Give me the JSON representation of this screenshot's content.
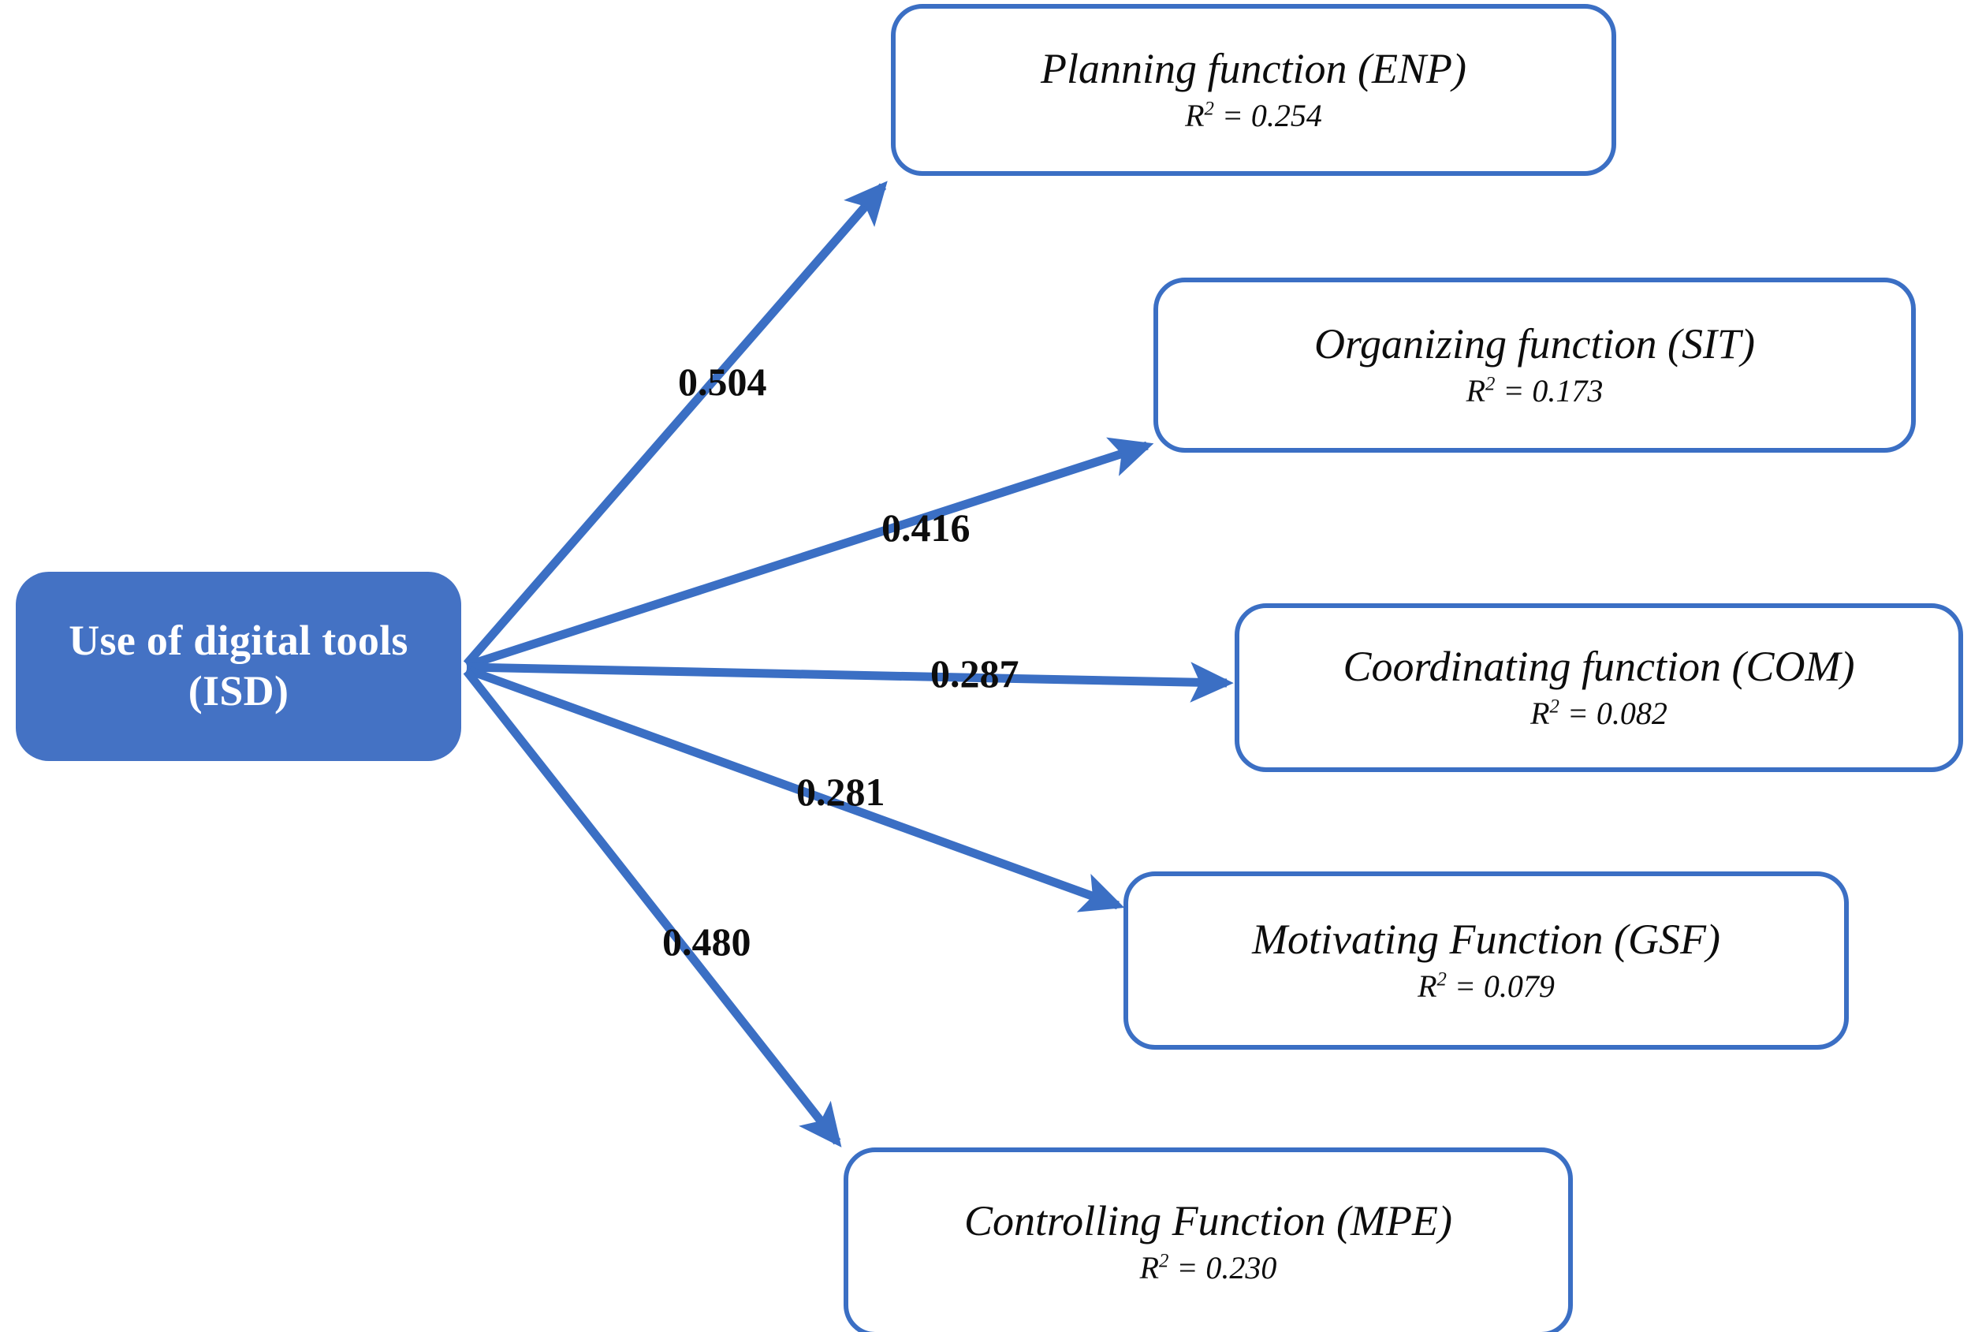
{
  "figure": {
    "type": "path-diagram",
    "colors": {
      "source_fill": "#4472C4",
      "source_text": "#FFFFFF",
      "box_border": "#3B6FC4",
      "box_fill": "#FFFFFF",
      "edge": "#3B6FC4",
      "text": "#0D0D0D"
    }
  },
  "source_node": {
    "name": "use-of-digital-tools",
    "line1": "Use of digital tools",
    "line2": "(ISD)"
  },
  "nodes": [
    {
      "id": "enp",
      "title": "Planning function (ENP)",
      "r2_label": "R",
      "r2_exp": "2",
      "r2_eq": " = 0.254",
      "r2_value": 0.254
    },
    {
      "id": "sit",
      "title": "Organizing function (SIT)",
      "r2_label": "R",
      "r2_exp": "2",
      "r2_eq": " = 0.173",
      "r2_value": 0.173
    },
    {
      "id": "com",
      "title": "Coordinating function (COM)",
      "r2_label": "R",
      "r2_exp": "2",
      "r2_eq": " = 0.082",
      "r2_value": 0.082
    },
    {
      "id": "gsf",
      "title": "Motivating Function (GSF)",
      "r2_label": "R",
      "r2_exp": "2",
      "r2_eq": " = 0.079",
      "r2_value": 0.079
    },
    {
      "id": "mpe",
      "title": "Controlling Function (MPE)",
      "r2_label": "R",
      "r2_exp": "2",
      "r2_eq": " = 0.230",
      "r2_value": 0.23
    }
  ],
  "edges": [
    {
      "from": "ISD",
      "to": "ENP",
      "coefficient": "0.504"
    },
    {
      "from": "ISD",
      "to": "SIT",
      "coefficient": "0.416"
    },
    {
      "from": "ISD",
      "to": "COM",
      "coefficient": "0.287"
    },
    {
      "from": "ISD",
      "to": "GSF",
      "coefficient": "0.281"
    },
    {
      "from": "ISD",
      "to": "MPE",
      "coefficient": "0.480"
    }
  ]
}
